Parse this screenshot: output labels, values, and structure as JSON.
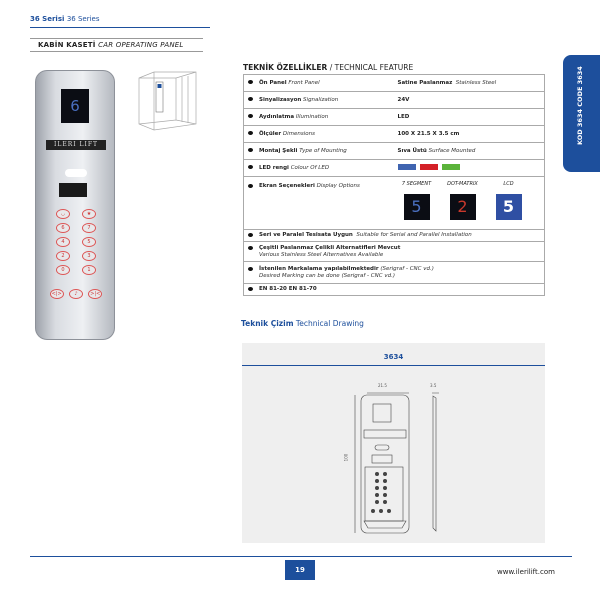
{
  "header": {
    "series_tr": "36 Serisi",
    "series_en": "36 Series",
    "section_tr": "KABİN KASETİ",
    "section_en": "CAR OPERATING PANEL"
  },
  "panel": {
    "floor_display": "6",
    "brand_strip": "ILERI LIFT",
    "keys": [
      "◡",
      "★",
      "6",
      "7",
      "4",
      "5",
      "2",
      "3",
      "0",
      "1"
    ],
    "bottom_keys": [
      "<|>",
      "♪",
      ">|<"
    ]
  },
  "side_tab": {
    "text": "KOD 3634 CODE 3634"
  },
  "features": {
    "title_tr": "TEKNİK ÖZELLİKLER",
    "title_sep": " / ",
    "title_en": "TECHNICAL FEATURE",
    "rows": [
      {
        "tr": "Ön Panel",
        "en": "Front Panel",
        "value_tr": "Satine Paslanmaz",
        "value_en": "Stainless Steel"
      },
      {
        "tr": "Sinyalizasyon",
        "en": "Signalization",
        "value_tr": "24V",
        "value_en": ""
      },
      {
        "tr": "Aydınlatma",
        "en": "Illumination",
        "value_tr": "LED",
        "value_en": ""
      },
      {
        "tr": "Ölçüler",
        "en": "Dimensions",
        "value_tr": "100 X 21.5 X 3.5 cm",
        "value_en": ""
      },
      {
        "tr": "Montaj Şekli",
        "en": "Type of Mounting",
        "value_tr": "Sıva Üstü",
        "value_en": "Surface Mounted"
      },
      {
        "tr": "LED rengi",
        "en": "Colour Of LED"
      }
    ],
    "led_colors": [
      "#3f64b0",
      "#d42027",
      "#5ab33a"
    ],
    "display": {
      "tr": "Ekran Seçenekleri",
      "en": "Display Options",
      "options": [
        {
          "label": "7 SEGMENT",
          "digit": "5"
        },
        {
          "label": "DOT-MATRIX",
          "digit": "2"
        },
        {
          "label": "LCD",
          "digit": "5"
        }
      ]
    },
    "notes": [
      {
        "tr": "Seri ve Paralel Tesisata Uygun",
        "en": "Suitable for Serial and Parallel Installation"
      },
      {
        "tr": "Çeşitli Paslanmaz Çelikli Alternatifleri Mevcut",
        "en": "Various Stainless Steel Alternatives Available"
      },
      {
        "tr": "İstenilen Markalama yapılabilmektedir",
        "tr2": "(Serigraf - CNC vd.)",
        "en": "Desired Marking can be done (Serigraf - CNC vd.)"
      },
      {
        "tr": "EN 81-20 EN 81-70"
      }
    ]
  },
  "drawing": {
    "title_tr": "Teknik Çizim",
    "title_en": "Technical Drawing",
    "model": "3634",
    "dim_width": "21.5",
    "dim_depth": "3.5",
    "dim_height": "100"
  },
  "footer": {
    "page": "19",
    "url": "www.ilerilift.com"
  },
  "colors": {
    "brand": "#1d4f9c"
  }
}
